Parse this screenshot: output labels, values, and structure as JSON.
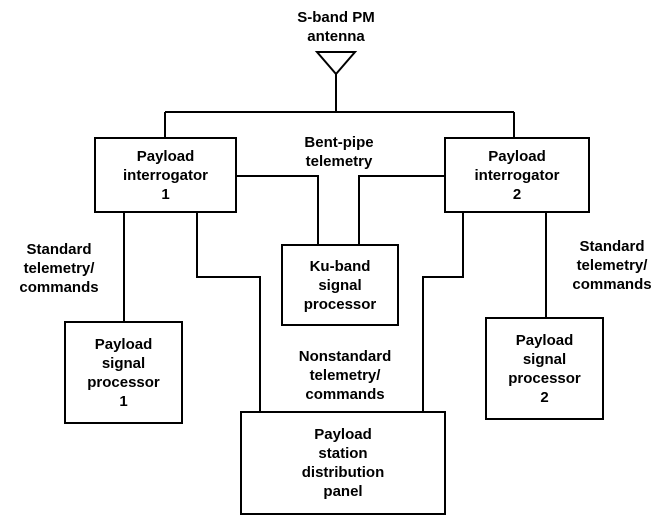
{
  "antenna": {
    "label": "S-band PM\nantenna"
  },
  "blocks": {
    "payload_interrogator_1": "Payload\ninterrogator\n1",
    "payload_interrogator_2": "Payload\ninterrogator\n2",
    "ku_band_processor": "Ku-band\nsignal\nprocessor",
    "payload_signal_processor_1": "Payload\nsignal\nprocessor\n1",
    "payload_signal_processor_2": "Payload\nsignal\nprocessor\n2",
    "distribution_panel": "Payload\nstation\ndistribution\npanel"
  },
  "links": {
    "bent_pipe": "Bent-pipe\ntelemetry",
    "standard_left": "Standard\ntelemetry/\ncommands",
    "standard_right": "Standard\ntelemetry/\ncommands",
    "nonstandard": "Nonstandard\ntelemetry/\ncommands"
  }
}
